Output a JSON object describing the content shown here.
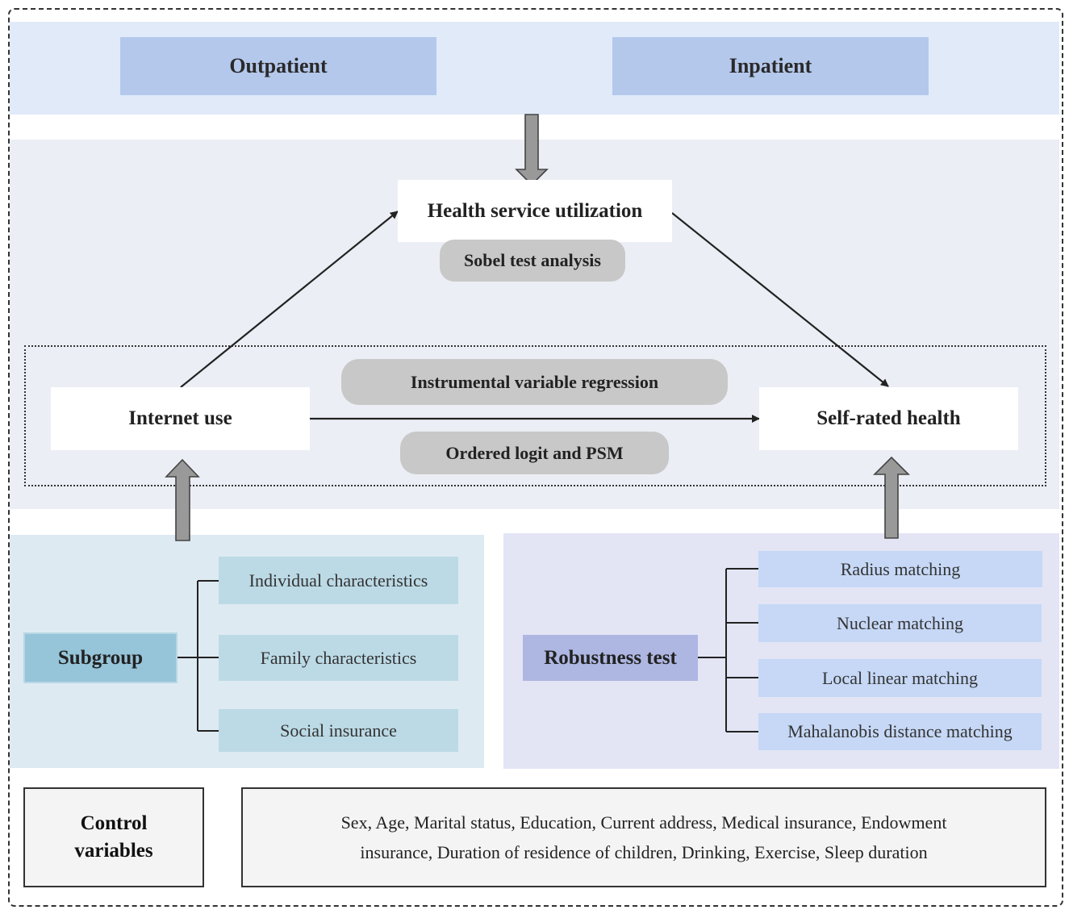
{
  "outcomes": {
    "outpatient": "Outpatient",
    "inpatient": "Inpatient"
  },
  "mediator": {
    "label": "Health service utilization",
    "method": "Sobel test analysis"
  },
  "core": {
    "exposure": "Internet use",
    "outcome": "Self-rated health",
    "method_top": "Instrumental variable regression",
    "method_bottom": "Ordered logit and PSM"
  },
  "subgroup": {
    "title": "Subgroup",
    "items": [
      "Individual characteristics",
      "Family characteristics",
      "Social insurance"
    ]
  },
  "robustness": {
    "title": "Robustness test",
    "items": [
      "Radius matching",
      "Nuclear matching",
      "Local linear matching",
      "Mahalanobis distance matching"
    ]
  },
  "controls": {
    "title_line1": "Control",
    "title_line2": "variables",
    "text_line1": "Sex, Age, Marital status, Education, Current address, Medical insurance, Endowment",
    "text_line2": "insurance, Duration of residence of children, Drinking, Exercise, Sleep duration"
  },
  "colors": {
    "header_box": "#b4c8ec",
    "subgroup_box": "#96c4d9",
    "robust_box": "#aeb6e2",
    "pill": "#c8c8c8",
    "block_arrow": "#999999"
  }
}
